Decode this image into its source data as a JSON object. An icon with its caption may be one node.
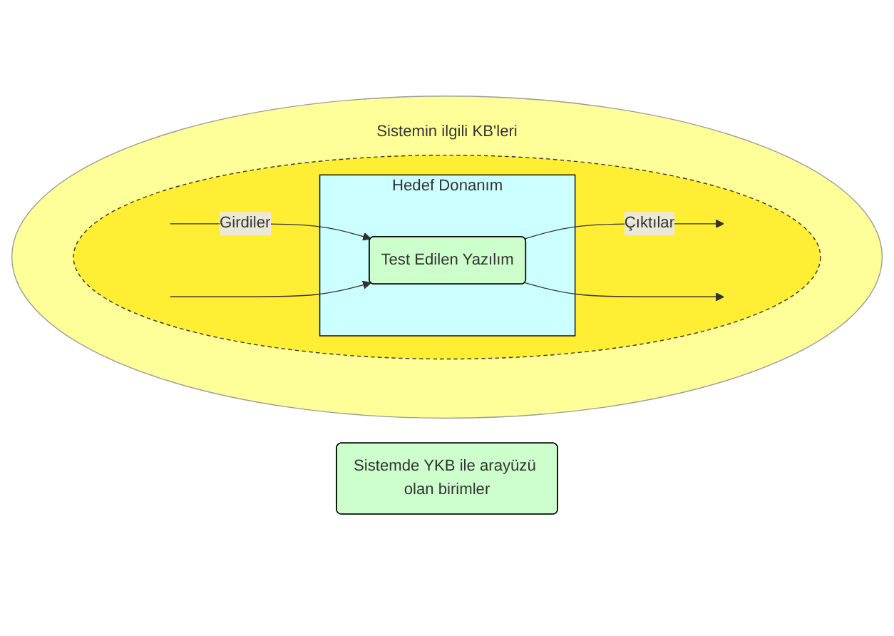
{
  "diagram": {
    "nodes": [
      {
        "text": [
          "Sistemin ilgili KB'leri"
        ]
      },
      {
        "text": [],
        "shape": "circle",
        "in": 0
      },
      {
        "text": [
          "Hedef Donanım"
        ],
        "in": 1
      },
      {
        "text": [
          "Test Edilen Yazılım"
        ],
        "in": 2
      },
      {
        "text": [
          "Sistemde YKB ile arayüzü olan birimler"
        ]
      }
    ],
    "edges": [
      {
        "from": null,
        "to": 3,
        "arrow": "to",
        "label": "Girdiler"
      },
      {
        "from": null,
        "to": 3,
        "arrow": "to"
      },
      {
        "from": 3,
        "to": null,
        "arrow": "to",
        "label": "Çıktılar"
      },
      {
        "from": 3,
        "to": null,
        "arrow": "to"
      }
    ]
  }
}
